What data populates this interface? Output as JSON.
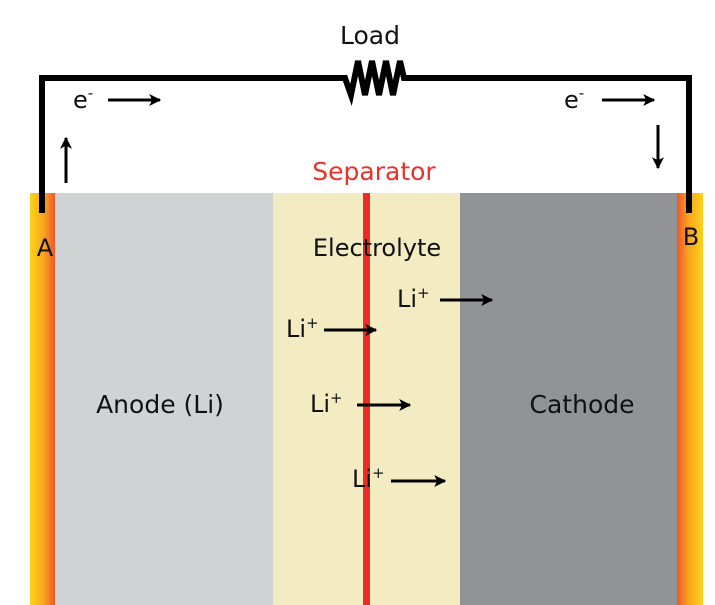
{
  "labels": {
    "load": "Load",
    "separator": "Separator",
    "electrolyte": "Electrolyte",
    "anode": "Anode (Li)",
    "cathode": "Cathode",
    "terminal_a": "A",
    "terminal_b": "B",
    "electron_left": "e",
    "electron_right": "e",
    "electron_charge": "-",
    "ion": "Li",
    "ion_charge": "+"
  },
  "colors": {
    "anode": "#d1d2d4",
    "electrolyte": "#f3ecc3",
    "cathode": "#929395",
    "separator": "#ee2b24",
    "separator_label": "#e8322a",
    "wire": "#000000",
    "collector_outer": "#ffd21a",
    "collector_inner": "#f0562a"
  },
  "icons": [
    "resistor-icon",
    "arrow-right-icon",
    "arrow-up-icon",
    "arrow-down-icon"
  ]
}
